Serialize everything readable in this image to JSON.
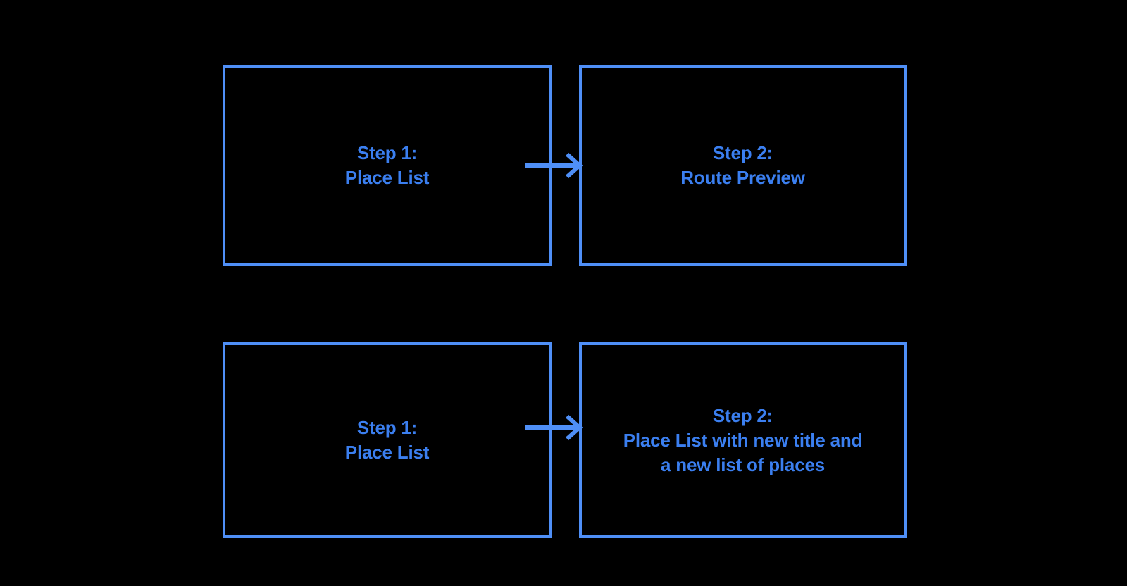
{
  "diagram": {
    "background_color": "#000000",
    "border_color": "#4f8ff7",
    "text_color": "#3b7ff0",
    "arrow_color": "#4f8ff7",
    "type": "flow",
    "rows": [
      {
        "id": "flow-route-preview",
        "steps": [
          {
            "id": "step-1-place-list",
            "label": "Step 1:\nPlace List"
          },
          {
            "id": "step-2-route-preview",
            "label": "Step 2:\nRoute Preview"
          }
        ],
        "connector": {
          "icon": "arrow-right-icon",
          "direction": "right"
        }
      },
      {
        "id": "flow-new-place-list",
        "steps": [
          {
            "id": "step-1-place-list",
            "label": "Step 1:\nPlace List"
          },
          {
            "id": "step-2-new-place-list",
            "label": "Step 2:\nPlace List with new title and\na new list of places"
          }
        ],
        "connector": {
          "icon": "arrow-right-icon",
          "direction": "right"
        }
      }
    ]
  }
}
